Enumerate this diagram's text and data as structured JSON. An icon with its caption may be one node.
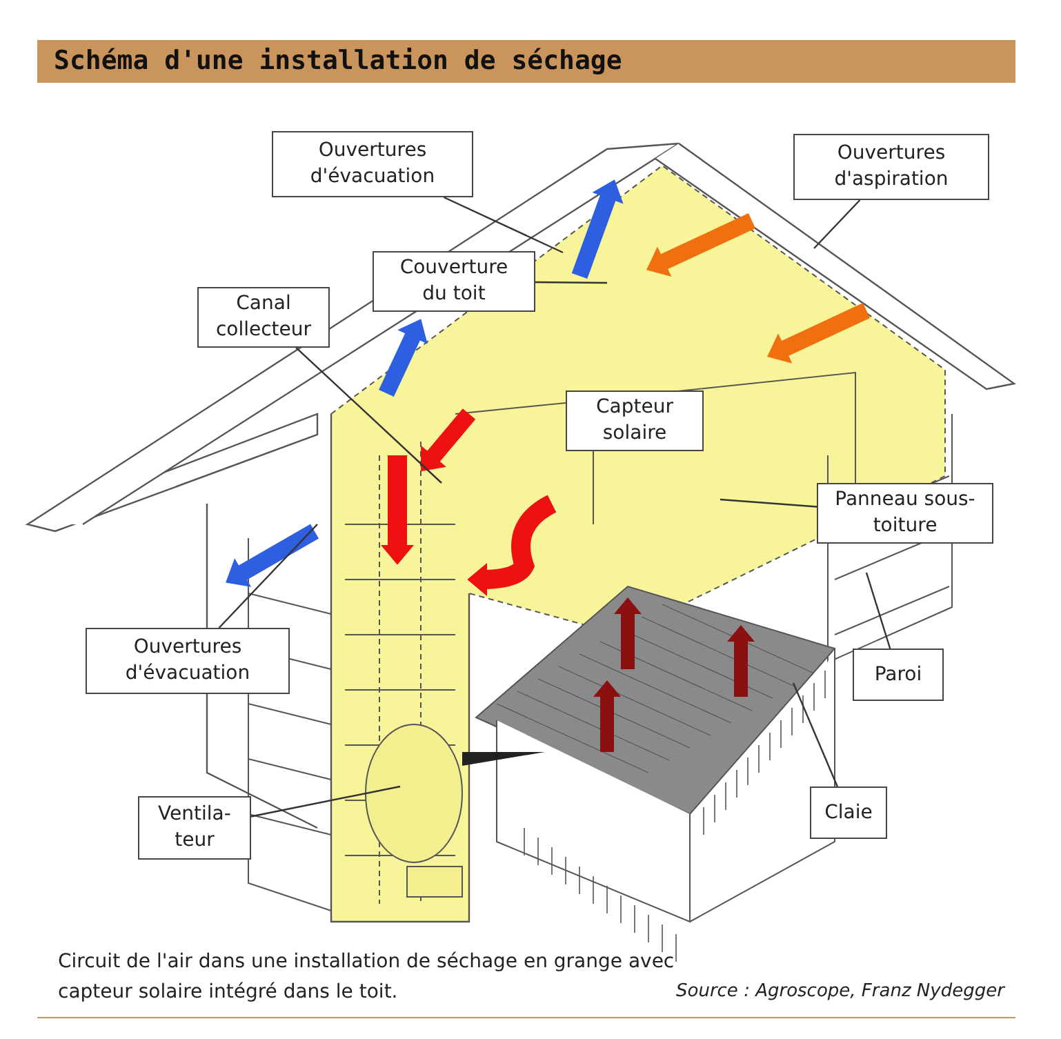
{
  "diagram": {
    "title": "Schéma d'une installation de séchage",
    "caption": "Circuit de l'air dans une installation de séchage en grange avec capteur solaire intégré dans le toit.",
    "nodes": [
      {
        "text": [
          "Ouvertures d'évacuation"
        ]
      },
      {
        "text": [
          "Ouvertures d'aspiration"
        ]
      },
      {
        "text": [
          "Couverture du toit"
        ]
      },
      {
        "text": [
          "Canal collecteur"
        ]
      },
      {
        "text": [
          "Capteur solaire"
        ]
      },
      {
        "text": [
          "Panneau sous-toiture"
        ]
      },
      {
        "text": [
          "Ouvertures d'évacuation"
        ]
      },
      {
        "text": [
          "Paroi"
        ]
      },
      {
        "text": [
          "Ventila- teur"
        ]
      },
      {
        "text": [
          "Claie"
        ]
      }
    ],
    "edges": [
      {
        "from": 0,
        "to": null,
        "arrow": "none"
      },
      {
        "from": 1,
        "to": null,
        "arrow": "none"
      },
      {
        "from": 2,
        "to": null,
        "arrow": "none"
      },
      {
        "from": 3,
        "to": null,
        "arrow": "none"
      },
      {
        "from": 5,
        "to": null,
        "arrow": "none"
      },
      {
        "from": 6,
        "to": null,
        "arrow": "none"
      },
      {
        "from": 7,
        "to": null,
        "arrow": "none"
      },
      {
        "from": 8,
        "to": null,
        "arrow": "none"
      },
      {
        "from": 9,
        "to": null,
        "arrow": "none"
      }
    ],
    "labels": [
      "Source : Agroscope, Franz Nydegger"
    ]
  }
}
